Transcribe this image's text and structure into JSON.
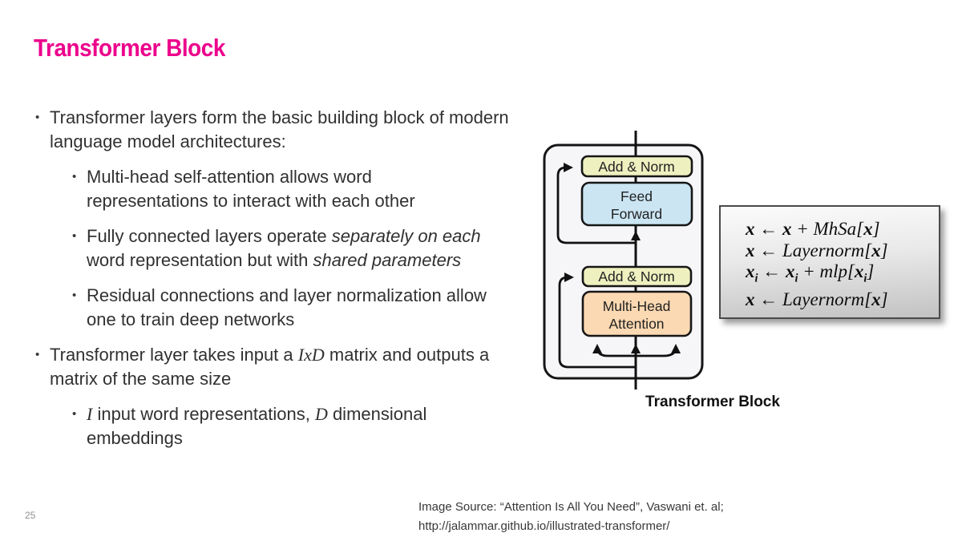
{
  "slide": {
    "title": "Transformer Block",
    "page_number": "25",
    "title_color": "#ec008c"
  },
  "bullets": [
    {
      "level": 1,
      "segments": [
        {
          "t": "Transformer layers form the basic building block of modern language model architectures:"
        }
      ]
    },
    {
      "level": 2,
      "segments": [
        {
          "t": "Multi-head self-attention allows word representations to interact with each other"
        }
      ]
    },
    {
      "level": 2,
      "segments": [
        {
          "t": "Fully connected layers operate "
        },
        {
          "t": "separately on each",
          "i": true
        },
        {
          "t": " word representation but with "
        },
        {
          "t": "shared parameters",
          "i": true
        }
      ]
    },
    {
      "level": 2,
      "segments": [
        {
          "t": "Residual connections and layer normalization allow one to train deep networks"
        }
      ]
    },
    {
      "level": 1,
      "segments": [
        {
          "t": "Transformer layer takes input a "
        },
        {
          "t": "IxD",
          "m": true
        },
        {
          "t": " matrix and outputs a matrix of the same size"
        }
      ]
    },
    {
      "level": 2,
      "segments": [
        {
          "t": "I",
          "m": true
        },
        {
          "t": " input word representations, ",
          "": ""
        },
        {
          "t": "D",
          "m": true
        },
        {
          "t": " dimensional embeddings"
        }
      ]
    }
  ],
  "diagram": {
    "caption": "Transformer Block",
    "colors": {
      "outer_fill": "#f6f6f8",
      "add_norm_fill": "#eef0bf",
      "feed_forward_fill": "#cbe5f3",
      "attention_fill": "#fbd9b2",
      "stroke": "#161616"
    },
    "boxes": {
      "add_norm_top": {
        "label": "Add & Norm"
      },
      "feed_forward": {
        "line1": "Feed",
        "line2": "Forward"
      },
      "add_norm_bottom": {
        "label": "Add & Norm"
      },
      "mha": {
        "line1": "Multi-Head",
        "line2": "Attention"
      }
    }
  },
  "equations": {
    "lines": [
      [
        {
          "t": "x",
          "b": true
        },
        {
          "t": " ← "
        },
        {
          "t": "x",
          "b": true
        },
        {
          "t": " + MhSa["
        },
        {
          "t": "x",
          "b": true
        },
        {
          "t": "]"
        }
      ],
      [
        {
          "t": "x",
          "b": true
        },
        {
          "t": " ← Layernorm["
        },
        {
          "t": "x",
          "b": true
        },
        {
          "t": "]"
        }
      ],
      [
        {
          "t": "x",
          "b": true
        },
        {
          "t": "i",
          "b": true,
          "sub": true
        },
        {
          "t": " ← "
        },
        {
          "t": "x",
          "b": true
        },
        {
          "t": "i",
          "b": true,
          "sub": true
        },
        {
          "t": " + mlp["
        },
        {
          "t": "x",
          "b": true
        },
        {
          "t": "i",
          "b": true,
          "sub": true
        },
        {
          "t": "]"
        }
      ],
      [
        {
          "t": "x",
          "b": true
        },
        {
          "t": " ← Layernorm["
        },
        {
          "t": "x",
          "b": true
        },
        {
          "t": "]"
        }
      ]
    ]
  },
  "footer": {
    "line1": "Image Source: “Attention Is All You Need”, Vaswani et. al;",
    "line2": "http://jalammar.github.io/illustrated-transformer/"
  }
}
